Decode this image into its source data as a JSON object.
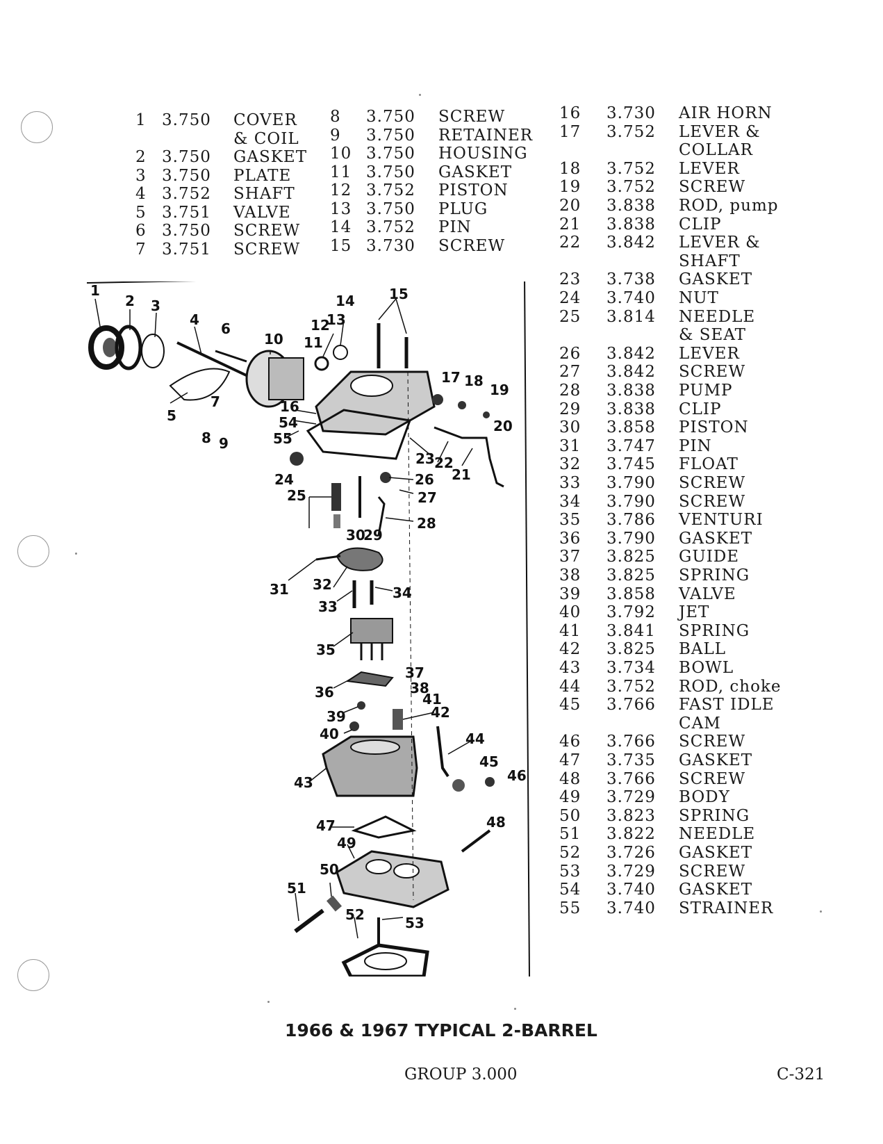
{
  "parts_list": {
    "col1": [
      {
        "no": "1",
        "group": "3.750",
        "name": "COVER"
      },
      {
        "no": "",
        "group": "",
        "name": "& COIL"
      },
      {
        "no": "2",
        "group": "3.750",
        "name": "GASKET"
      },
      {
        "no": "3",
        "group": "3.750",
        "name": "PLATE"
      },
      {
        "no": "4",
        "group": "3.752",
        "name": "SHAFT"
      },
      {
        "no": "5",
        "group": "3.751",
        "name": "VALVE"
      },
      {
        "no": "6",
        "group": "3.750",
        "name": "SCREW"
      },
      {
        "no": "7",
        "group": "3.751",
        "name": "SCREW"
      }
    ],
    "col2": [
      {
        "no": "8",
        "group": "3.750",
        "name": "SCREW"
      },
      {
        "no": "9",
        "group": "3.750",
        "name": "RETAINER"
      },
      {
        "no": "10",
        "group": "3.750",
        "name": "HOUSING"
      },
      {
        "no": "11",
        "group": "3.750",
        "name": "GASKET"
      },
      {
        "no": "12",
        "group": "3.752",
        "name": "PISTON"
      },
      {
        "no": "13",
        "group": "3.750",
        "name": "PLUG"
      },
      {
        "no": "14",
        "group": "3.752",
        "name": "PIN"
      },
      {
        "no": "15",
        "group": "3.730",
        "name": "SCREW"
      }
    ],
    "col3": [
      {
        "no": "16",
        "group": "3.730",
        "name": "AIR HORN"
      },
      {
        "no": "17",
        "group": "3.752",
        "name": "LEVER &"
      },
      {
        "no": "",
        "group": "",
        "name": "COLLAR"
      },
      {
        "no": "18",
        "group": "3.752",
        "name": "LEVER"
      },
      {
        "no": "19",
        "group": "3.752",
        "name": "SCREW"
      },
      {
        "no": "20",
        "group": "3.838",
        "name": "ROD, pump"
      },
      {
        "no": "21",
        "group": "3.838",
        "name": "CLIP"
      },
      {
        "no": "22",
        "group": "3.842",
        "name": "LEVER &"
      },
      {
        "no": "",
        "group": "",
        "name": "SHAFT"
      },
      {
        "no": "23",
        "group": "3.738",
        "name": "GASKET"
      },
      {
        "no": "24",
        "group": "3.740",
        "name": "NUT"
      },
      {
        "no": "25",
        "group": "3.814",
        "name": "NEEDLE"
      },
      {
        "no": "",
        "group": "",
        "name": "& SEAT"
      },
      {
        "no": "26",
        "group": "3.842",
        "name": "LEVER"
      },
      {
        "no": "27",
        "group": "3.842",
        "name": "SCREW"
      },
      {
        "no": "28",
        "group": "3.838",
        "name": "PUMP"
      },
      {
        "no": "29",
        "group": "3.838",
        "name": "CLIP"
      },
      {
        "no": "30",
        "group": "3.858",
        "name": "PISTON"
      },
      {
        "no": "31",
        "group": "3.747",
        "name": "PIN"
      },
      {
        "no": "32",
        "group": "3.745",
        "name": "FLOAT"
      },
      {
        "no": "33",
        "group": "3.790",
        "name": "SCREW"
      },
      {
        "no": "34",
        "group": "3.790",
        "name": "SCREW"
      },
      {
        "no": "35",
        "group": "3.786",
        "name": "VENTURI"
      },
      {
        "no": "36",
        "group": "3.790",
        "name": "GASKET"
      },
      {
        "no": "37",
        "group": "3.825",
        "name": "GUIDE"
      },
      {
        "no": "38",
        "group": "3.825",
        "name": "SPRING"
      },
      {
        "no": "39",
        "group": "3.858",
        "name": "VALVE"
      },
      {
        "no": "40",
        "group": "3.792",
        "name": "JET"
      },
      {
        "no": "41",
        "group": "3.841",
        "name": "SPRING"
      },
      {
        "no": "42",
        "group": "3.825",
        "name": "BALL"
      },
      {
        "no": "43",
        "group": "3.734",
        "name": "BOWL"
      },
      {
        "no": "44",
        "group": "3.752",
        "name": "ROD, choke"
      },
      {
        "no": "45",
        "group": "3.766",
        "name": "FAST IDLE"
      },
      {
        "no": "",
        "group": "",
        "name": "CAM"
      },
      {
        "no": "46",
        "group": "3.766",
        "name": "SCREW"
      },
      {
        "no": "47",
        "group": "3.735",
        "name": "GASKET"
      },
      {
        "no": "48",
        "group": "3.766",
        "name": "SCREW"
      },
      {
        "no": "49",
        "group": "3.729",
        "name": "BODY"
      },
      {
        "no": "50",
        "group": "3.823",
        "name": "SPRING"
      },
      {
        "no": "51",
        "group": "3.822",
        "name": "NEEDLE"
      },
      {
        "no": "52",
        "group": "3.726",
        "name": "GASKET"
      },
      {
        "no": "53",
        "group": "3.729",
        "name": "SCREW"
      },
      {
        "no": "54",
        "group": "3.740",
        "name": "GASKET"
      },
      {
        "no": "55",
        "group": "3.740",
        "name": "STRAINER"
      }
    ]
  },
  "diagram": {
    "caption": "1966 & 1967 TYPICAL 2-BARREL",
    "callouts": [
      "1",
      "2",
      "3",
      "4",
      "5",
      "6",
      "7",
      "8",
      "9",
      "10",
      "11",
      "12",
      "13",
      "14",
      "15",
      "16",
      "17",
      "18",
      "19",
      "20",
      "21",
      "22",
      "23",
      "24",
      "25",
      "26",
      "27",
      "28",
      "29",
      "30",
      "31",
      "32",
      "33",
      "34",
      "35",
      "36",
      "37",
      "38",
      "39",
      "40",
      "41",
      "42",
      "43",
      "44",
      "45",
      "46",
      "47",
      "48",
      "49",
      "50",
      "51",
      "52",
      "53",
      "54",
      "55"
    ]
  },
  "footer": {
    "group": "GROUP 3.000",
    "page": "C-321"
  }
}
